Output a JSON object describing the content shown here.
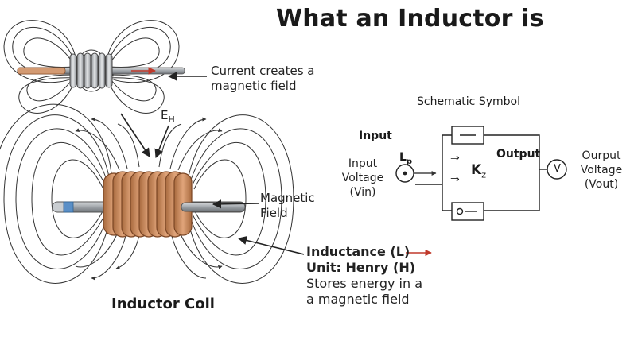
{
  "title": "What an Inductor is",
  "top_annotation": {
    "line1": "Current creates a",
    "line2": "magnetic field"
  },
  "eh_label": {
    "base": "E",
    "sub": "H"
  },
  "magnetic_field_label": {
    "line1": "Magnetic",
    "line2": "Field"
  },
  "coil_caption": "Inductor Coil",
  "inductance_block": {
    "line1": "Inductance (L)",
    "line2": "Unit: Henry (H)",
    "line3": "Stores energy in a",
    "line4": "a magnetic field"
  },
  "schematic": {
    "title": "Schematic Symbol",
    "input_label": "Input",
    "input_voltage": {
      "line1": "Input",
      "line2": "Voltage",
      "line3": "(Vin)"
    },
    "lp_label": {
      "base": "L",
      "sub": "p"
    },
    "output_label": "Output",
    "kz_label": {
      "base": "K",
      "sub": "z"
    },
    "output_voltage": {
      "line1": "Ourput",
      "line2": "Voltage",
      "line3": "(Vout)"
    },
    "meter_symbol": "V",
    "arrow1": "⇒",
    "arrow2": "⇒"
  },
  "colors": {
    "copper": "#c8865a",
    "copper_dark": "#8a4f2a",
    "rod": "#9ea3a8",
    "field_line": "#333333",
    "accent_red": "#c0392b",
    "blue_tip": "#5a8fc7"
  }
}
